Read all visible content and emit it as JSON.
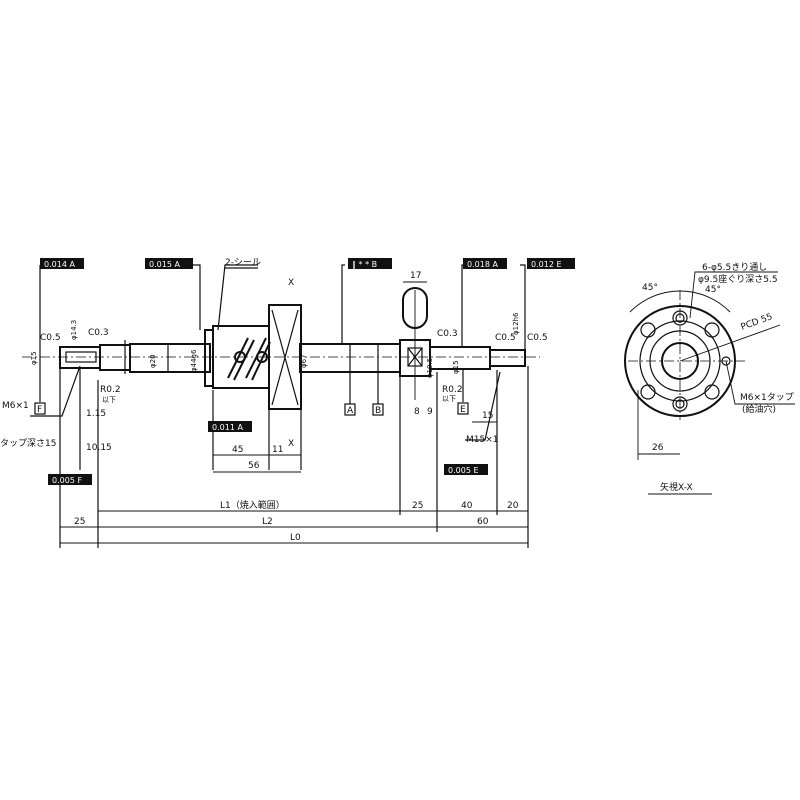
{
  "tolerance_frames": {
    "left_end": "0.014 A",
    "nut_top": "0.015 A",
    "parallel": "∥ * * B",
    "right_journal": "0.018 A",
    "right_end": "0.012 E",
    "nut_bottom": "0.011 A",
    "left_bottom": "0.005 F",
    "right_bottom": "0.005 E"
  },
  "labels": {
    "seal": "2-シール",
    "c05_left": "C0.5",
    "c03_left": "C0.3",
    "d15_left": "φ15",
    "d143": "φ14.3",
    "d20": "φ20",
    "d44": "φ44g6",
    "d67": "φ67",
    "r02_left": "R0.2",
    "ika_left": "以下",
    "dim_115": "1.15",
    "dim_1015": "10.15",
    "m6_left": "M6×1",
    "tap_depth": "タップ深さ15",
    "datum_f": "F",
    "datum_a": "A",
    "datum_b": "B",
    "datum_e": "E",
    "dim_45": "45",
    "dim_11": "11",
    "dim_56": "56",
    "dim_17": "17",
    "d195": "φ19.5",
    "d15_right": "φ15",
    "dim_8": "8",
    "dim_9": "9",
    "c03_right": "C0.3",
    "r02_right": "R0.2",
    "ika_right": "以下",
    "c05_right1": "C0.5",
    "c05_right2": "C0.5",
    "d12": "φ12h6",
    "dim_15": "15",
    "m15": "M15×1",
    "x_mark_top": "X",
    "x_mark_bottom": "X"
  },
  "bottom_dims": {
    "l1": "L1（焼入範囲）",
    "d25a": "25",
    "d40": "40",
    "d20": "20",
    "d25b": "25",
    "l2": "L2",
    "d60": "60",
    "l0": "L0"
  },
  "view_xx": {
    "holes_1": "6-φ5.5きり通し",
    "holes_2": "φ9.5座ぐり深さ5.5",
    "angle_left": "45°",
    "angle_right": "45°",
    "pcd": "PCD 55",
    "tap_1": "M6×1タップ",
    "tap_2": "(給油穴)",
    "dim_26": "26",
    "caption": "矢視X-X"
  }
}
